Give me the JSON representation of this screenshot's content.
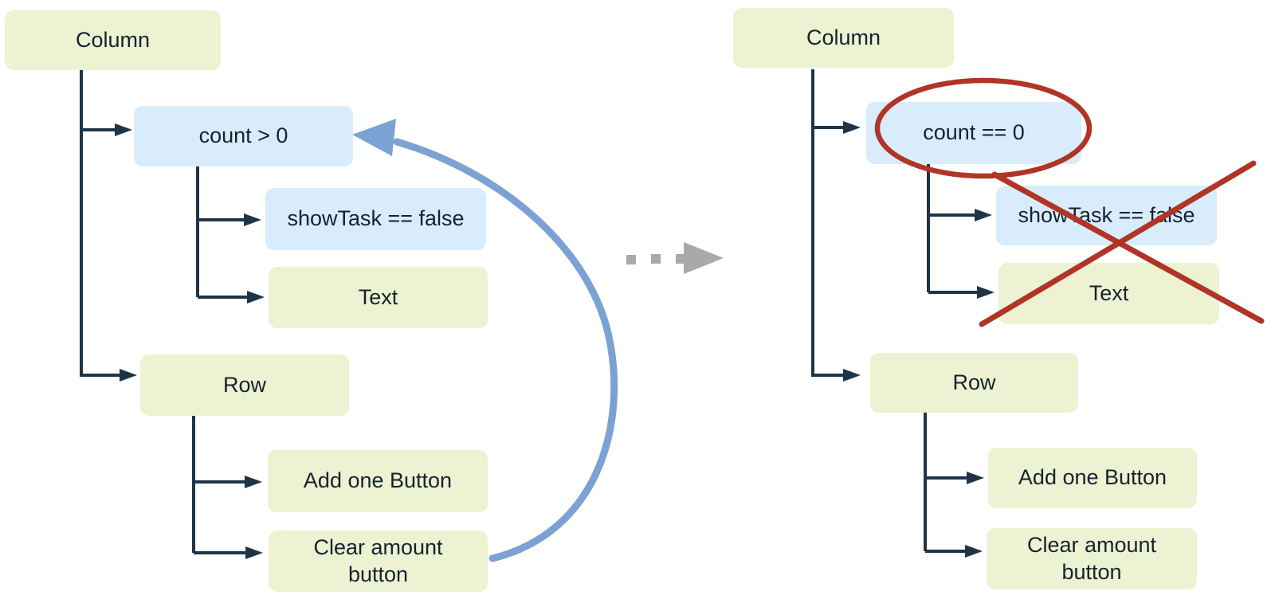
{
  "colors": {
    "background": "#ffffff",
    "node_green": "#edf2d2",
    "node_blue": "#d9ecfb",
    "connector": "#1f3547",
    "text": "#15232e",
    "loop_arrow_blue": "#7ca2d4",
    "transition_arrow_gray": "#a9a9a9",
    "annotation_red": "#b03526"
  },
  "left_tree": {
    "root": {
      "label": "Column",
      "children": [
        {
          "label": "count > 0",
          "children": [
            {
              "label": "showTask == false"
            },
            {
              "label": "Text"
            }
          ]
        },
        {
          "label": "Row",
          "children": [
            {
              "label": "Add one Button"
            },
            {
              "label": "Clear amount\nbutton"
            }
          ]
        }
      ]
    },
    "loop_arrow": {
      "from": "Clear amount\nbutton",
      "to": "count > 0"
    }
  },
  "right_tree": {
    "root": {
      "label": "Column",
      "children": [
        {
          "label": "count == 0",
          "children": [
            {
              "label": "showTask == false"
            },
            {
              "label": "Text"
            }
          ]
        },
        {
          "label": "Row",
          "children": [
            {
              "label": "Add one Button"
            },
            {
              "label": "Clear amount\nbutton"
            }
          ]
        }
      ]
    },
    "annotations": {
      "circled_node": "count == 0",
      "crossed_out_nodes": [
        "showTask == false",
        "Text"
      ]
    }
  }
}
